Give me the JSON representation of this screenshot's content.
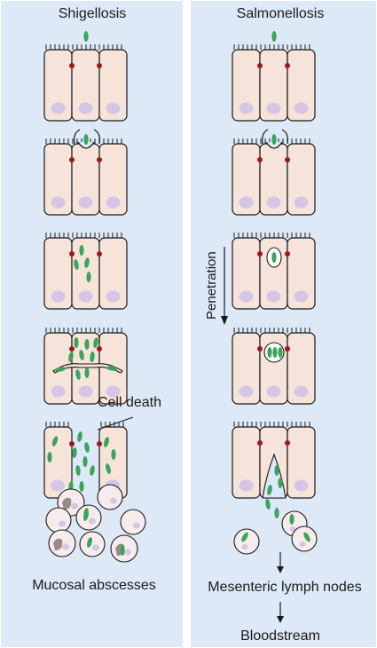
{
  "panels": {
    "left": {
      "title": "Shigellosis",
      "annotation": "Cell death",
      "outcome": "Mucosal abscesses"
    },
    "right": {
      "title": "Salmonellosis",
      "side_label": "Penetration",
      "outcome_1": "Mesenteric lymph nodes",
      "outcome_2": "Bloodstream"
    }
  },
  "colors": {
    "background": "#dde9f7",
    "divider": "#ffffff",
    "cell_fill": "#f6e3da",
    "nucleus": "#d6c6e6",
    "bacterium": "#3aa55a",
    "tight_junction": "#9c1a1a",
    "outline": "#1a1a1a",
    "debris": "#9a8a8e"
  }
}
